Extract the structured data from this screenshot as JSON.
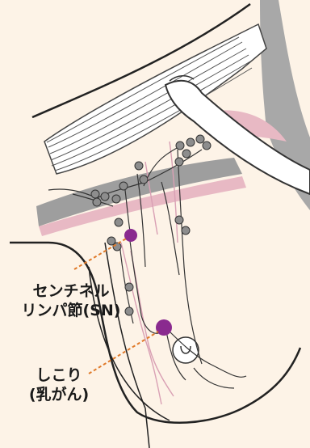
{
  "labels": {
    "sentinel_node": {
      "line1": "センチネル",
      "line2": "リンパ節(SN)"
    },
    "tumor": {
      "line1": "しこり",
      "line2": "(乳がん)"
    }
  },
  "colors": {
    "background": "#fdf3e7",
    "muscle_gray": "#9e9e9e",
    "pink_band": "#e8b9c4",
    "lymph_node": "#8d8d8d",
    "highlight_node": "#8a2a8f",
    "pointer_line": "#e07a2a",
    "vessel_pink": "#d9a0b4",
    "outline": "#222222"
  }
}
